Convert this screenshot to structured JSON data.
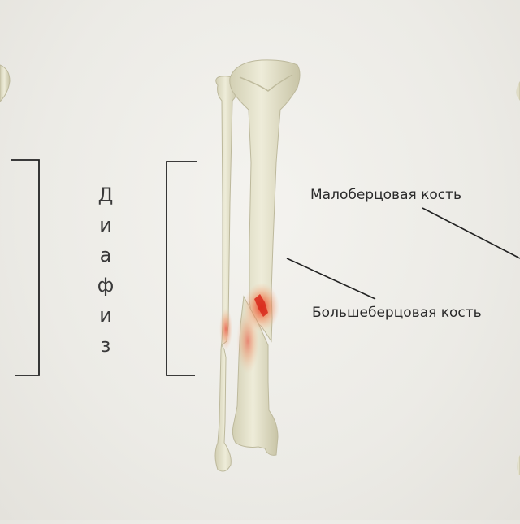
{
  "diagram": {
    "vertical_label_letters": [
      "Д",
      "и",
      "а",
      "ф",
      "и",
      "з"
    ],
    "labels": {
      "fibula": "Малоберцовая кость",
      "tibia": "Большеберцовая кость"
    },
    "colors": {
      "bone": "#e9e6cf",
      "bone_shadow": "#c9c5a8",
      "fracture": "#e0392b",
      "line": "#222222"
    }
  }
}
